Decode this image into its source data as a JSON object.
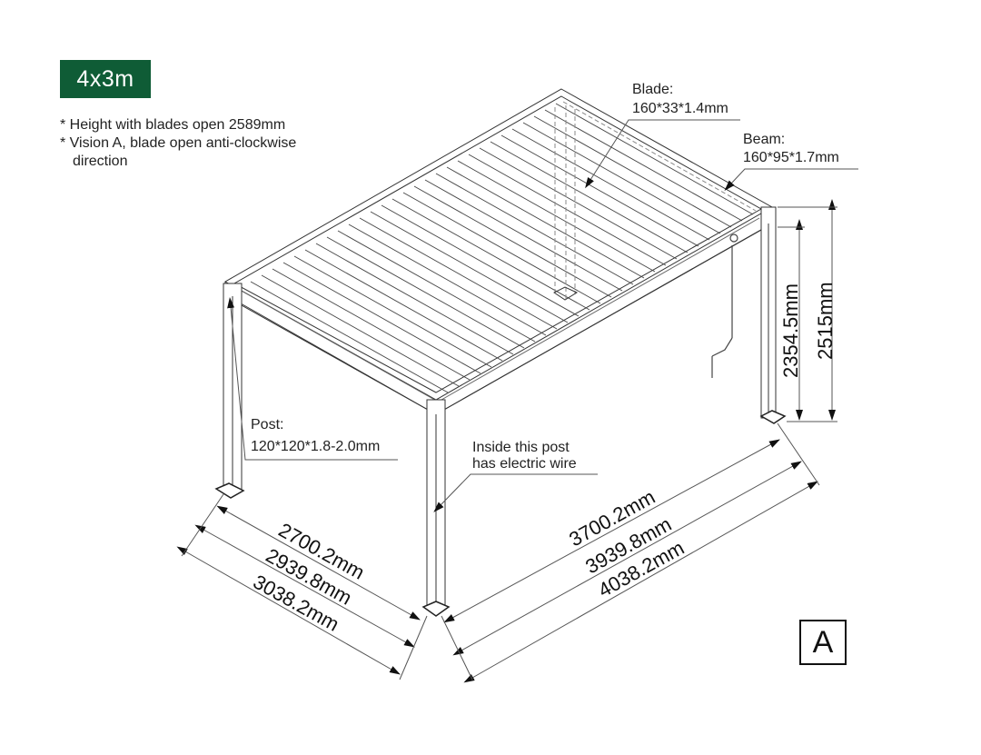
{
  "badge": {
    "label": "4x3m",
    "color": "#0f5c36"
  },
  "notes": [
    "* Height with blades open 2589mm",
    "* Vision A, blade open anti-clockwise",
    "direction"
  ],
  "callouts": {
    "blade": {
      "title": "Blade:",
      "spec": "160*33*1.4mm"
    },
    "beam": {
      "title": "Beam:",
      "spec": "160*95*1.7mm"
    },
    "post": {
      "title": "Post:",
      "spec": "120*120*1.8-2.0mm"
    },
    "wire": {
      "line1": "Inside this post",
      "line2": "has electric wire"
    }
  },
  "dimensions": {
    "height_inner": "2354.5mm",
    "height_outer": "2515mm",
    "width_left": [
      "2700.2mm",
      "2939.8mm",
      "3038.2mm"
    ],
    "length_right": [
      "3700.2mm",
      "3939.8mm",
      "4038.2mm"
    ]
  },
  "view_label": "A"
}
